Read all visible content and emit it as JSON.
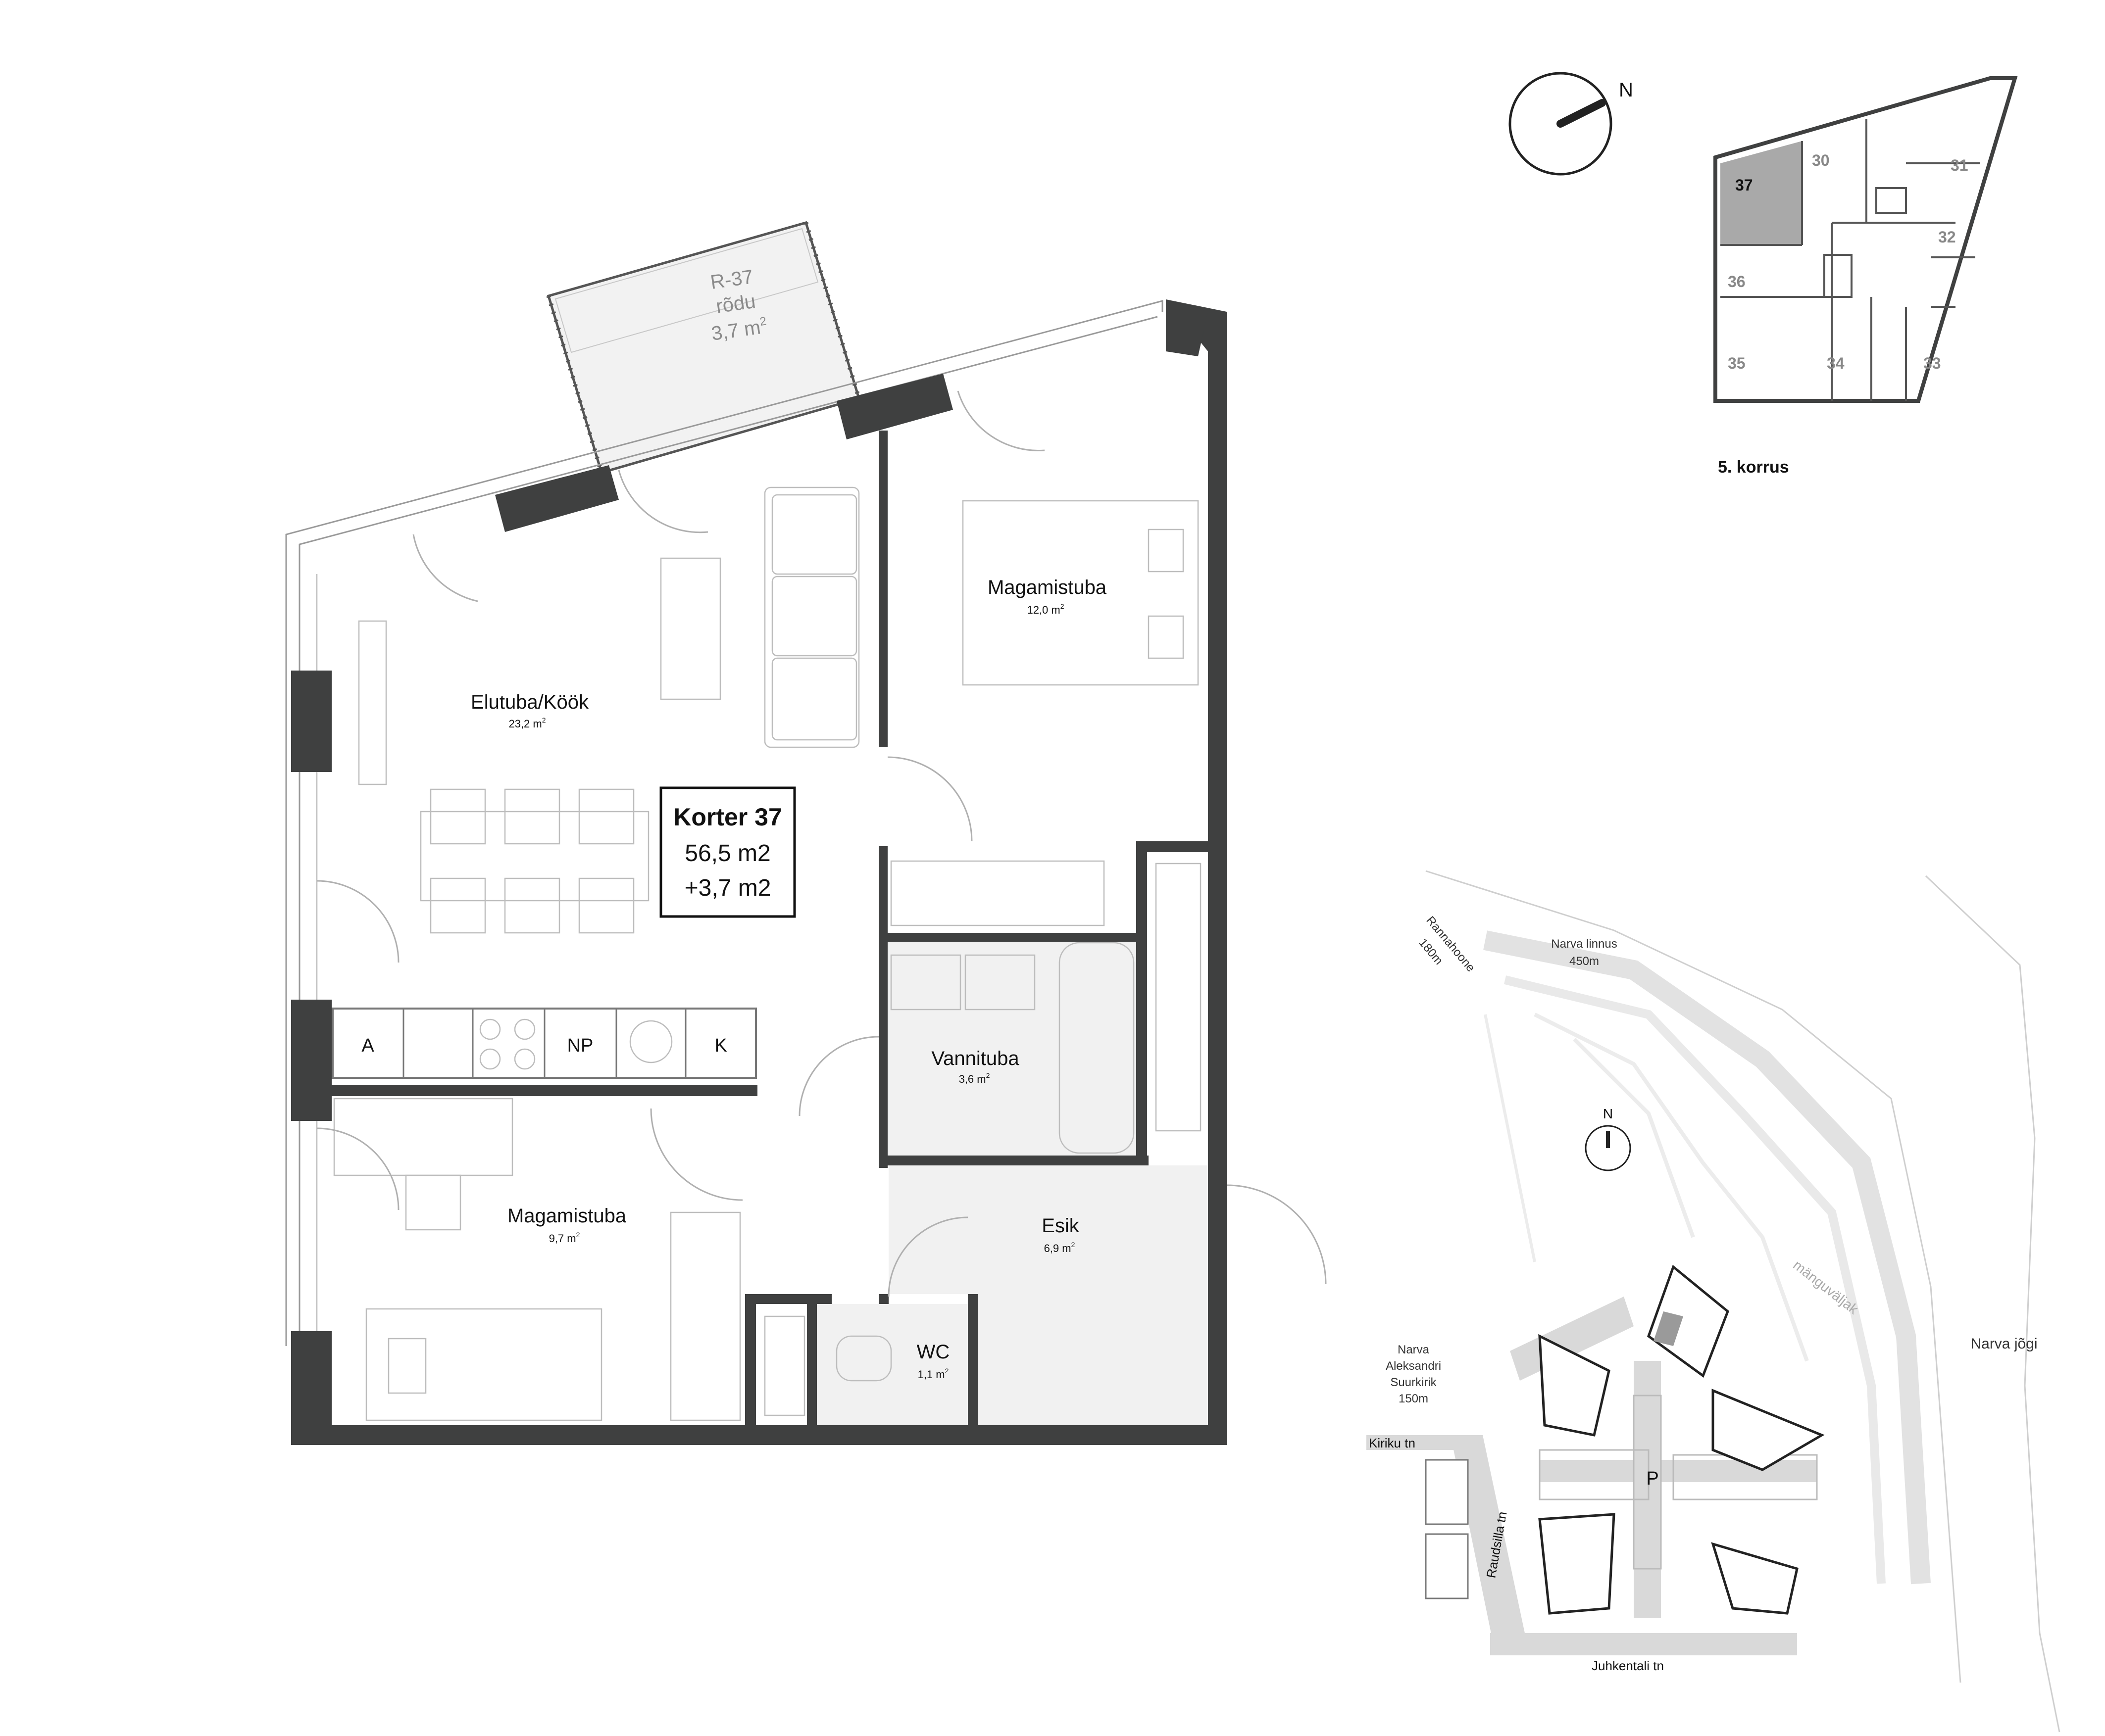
{
  "plan": {
    "balcony": {
      "code": "R-37",
      "name": "rõdu",
      "area": "3,7 m",
      "area_sup": "2"
    },
    "rooms": {
      "living": {
        "name": "Elutuba/Köök",
        "area": "23,2 m",
        "area_sup": "2"
      },
      "bedroom_large": {
        "name": "Magamistuba",
        "area": "12,0 m",
        "area_sup": "2"
      },
      "bedroom_small": {
        "name": "Magamistuba",
        "area": "9,7 m",
        "area_sup": "2"
      },
      "bath": {
        "name": "Vannituba",
        "area": "3,6 m",
        "area_sup": "2"
      },
      "hall": {
        "name": "Esik",
        "area": "6,9 m",
        "area_sup": "2"
      },
      "wc": {
        "name": "WC",
        "area": "1,1 m",
        "area_sup": "2"
      }
    },
    "kitchen_labels": {
      "a": "A",
      "np": "NP",
      "k": "K"
    },
    "apartment_box": {
      "title": "Korter 37",
      "area": "56,5 m2",
      "extra": "+3,7 m2"
    }
  },
  "compass": {
    "label": "N"
  },
  "floor_key": {
    "floor_label": "5. korrus",
    "highlight_unit": "37",
    "units": [
      "37",
      "30",
      "31",
      "32",
      "36",
      "35",
      "34",
      "33"
    ]
  },
  "site": {
    "north": "N",
    "playground": "mänguväljak",
    "river": "Narva jõgi",
    "parking": "P",
    "beach_house": {
      "name": "Rannahoone",
      "distance": "180m"
    },
    "castle": {
      "name": "Narva linnus",
      "distance": "450m"
    },
    "church": {
      "line1": "Narva",
      "line2": "Aleksandri",
      "line3": "Suurkirik",
      "distance": "150m"
    },
    "streets": {
      "kiriku": "Kiriku tn",
      "raudsilla": "Raudsilla tn",
      "juhkentali": "Juhkentali tn"
    }
  },
  "colors": {
    "wall": "#3f4040",
    "highlight": "#a9a9a9",
    "road": "#d9d9d9"
  }
}
